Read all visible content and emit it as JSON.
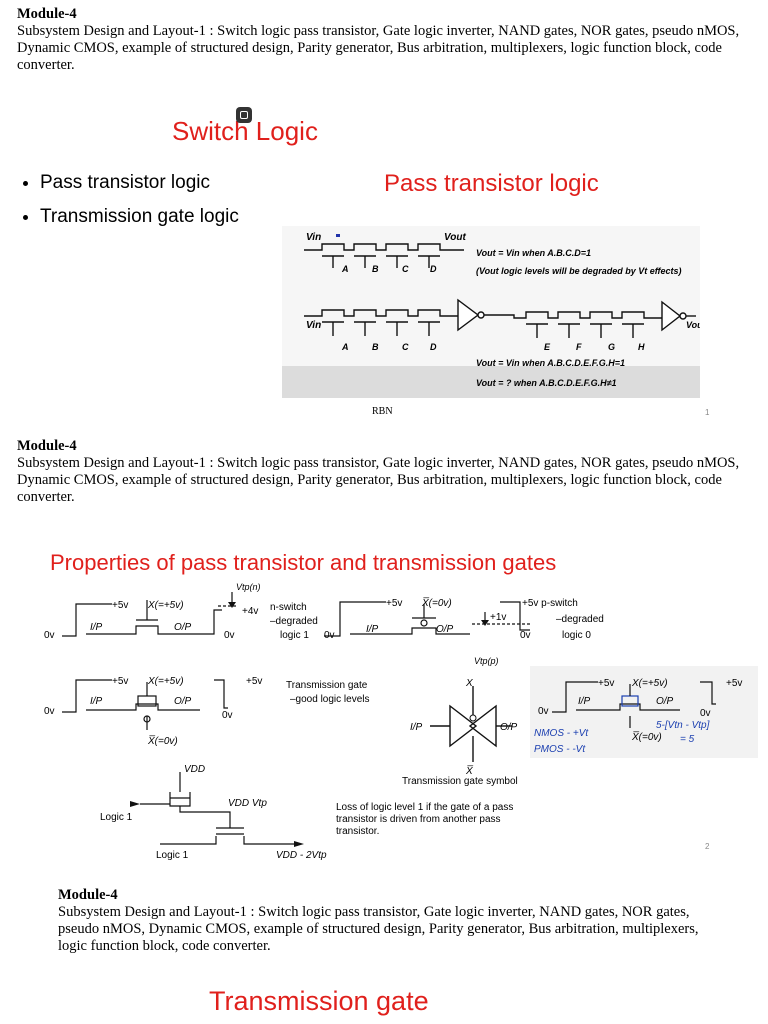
{
  "blocks": [
    {
      "module": "Module-4",
      "desc": "Subsystem Design and Layout-1 : Switch logic pass transistor, Gate logic inverter, NAND gates, NOR gates, pseudo nMOS, Dynamic CMOS, example of structured design, Parity generator, Bus arbitration, multiplexers, logic function block, code converter."
    },
    {
      "module": "Module-4",
      "desc": "Subsystem Design and Layout-1 : Switch logic pass transistor, Gate logic inverter, NAND gates, NOR gates, pseudo nMOS, Dynamic CMOS, example of structured design, Parity generator, Bus arbitration, multiplexers, logic function block, code converter."
    },
    {
      "module": "Module-4",
      "desc": "Subsystem Design and Layout-1 : Switch logic pass transistor, Gate logic inverter, NAND gates, NOR gates, pseudo nMOS, Dynamic CMOS, example of structured design, Parity generator, Bus arbitration, multiplexers, logic function block, code converter."
    }
  ],
  "slide1": {
    "title": "Switch Logic",
    "bullets": [
      "Pass transistor logic",
      "Transmission gate logic"
    ],
    "subtitle": "Pass transistor logic",
    "footer": "RBN",
    "page": "1",
    "diagram": {
      "vin": "Vin",
      "vout": "Vout",
      "labels_top": [
        "A",
        "B",
        "C",
        "D"
      ],
      "eq1": "Vout = Vin when A.B.C.D=1",
      "eq1_note": "(Vout logic levels will be degraded by Vt effects)",
      "labels_bottom_left": [
        "A",
        "B",
        "C",
        "D"
      ],
      "labels_bottom_right": [
        "E",
        "F",
        "G",
        "H"
      ],
      "eq2": "Vout = Vin when A.B.C.D.E.F.G.H=1",
      "eq3": "Vout = ?  when A.B.C.D.E.F.G.H≠1"
    }
  },
  "slide2": {
    "title": "Properties of pass transistor and transmission gates",
    "page": "2",
    "nswitch": {
      "v5": "+5v",
      "xeq": "X(=+5v)",
      "ip": "I/P",
      "op": "O/P",
      "ov": "0v",
      "v4": "+4v",
      "ov2": "0v",
      "vtpn": "Vtp(n)",
      "label": "n-switch",
      "deg": "–degraded",
      "logic": "logic 1"
    },
    "pswitch": {
      "v5": "+5v",
      "xeq": "X̅(=0v)",
      "ip": "I/P",
      "op": "O/P",
      "ov": "0v",
      "v1": "+1v",
      "ov2": "0v",
      "vtpp": "Vtp(p)",
      "label": "+5v p-switch",
      "deg": "–degraded",
      "logic": "logic 0"
    },
    "tgate": {
      "v5a": "+5v",
      "xeq": "X(=+5v)",
      "ip": "I/P",
      "op": "O/P",
      "ov": "0v",
      "v5b": "+5v",
      "ov2": "0v",
      "xbar": "X̅(=0v)",
      "label": "Transmission gate",
      "good": "–good logic levels"
    },
    "symbol": {
      "x": "X",
      "xbar": "X̅",
      "ip": "I/P",
      "op": "O/P",
      "label": "Transmission gate symbol"
    },
    "tgate2": {
      "v5a": "+5v",
      "xeq": "X(=+5v)",
      "v5b": "+5v",
      "ip": "I/P",
      "op": "O/P",
      "ov": "0v",
      "ov2": "0v",
      "xbar": "X̅(=0v)",
      "nmos": "NMOS - +Vt",
      "pmos": "PMOS - -Vt",
      "calc": "5-[Vtn - Vtp]",
      "eq": "= 5"
    },
    "chain": {
      "vdd": "VDD",
      "logic1a": "Logic 1",
      "logic1b": "Logic 1",
      "vddvtp": "VDD  Vtp",
      "vdd2": "VDD - 2Vtp",
      "note": "Loss of logic level 1 if the gate of a pass transistor is driven from another pass transistor."
    }
  },
  "slide3": {
    "title": "Transmission gate"
  }
}
